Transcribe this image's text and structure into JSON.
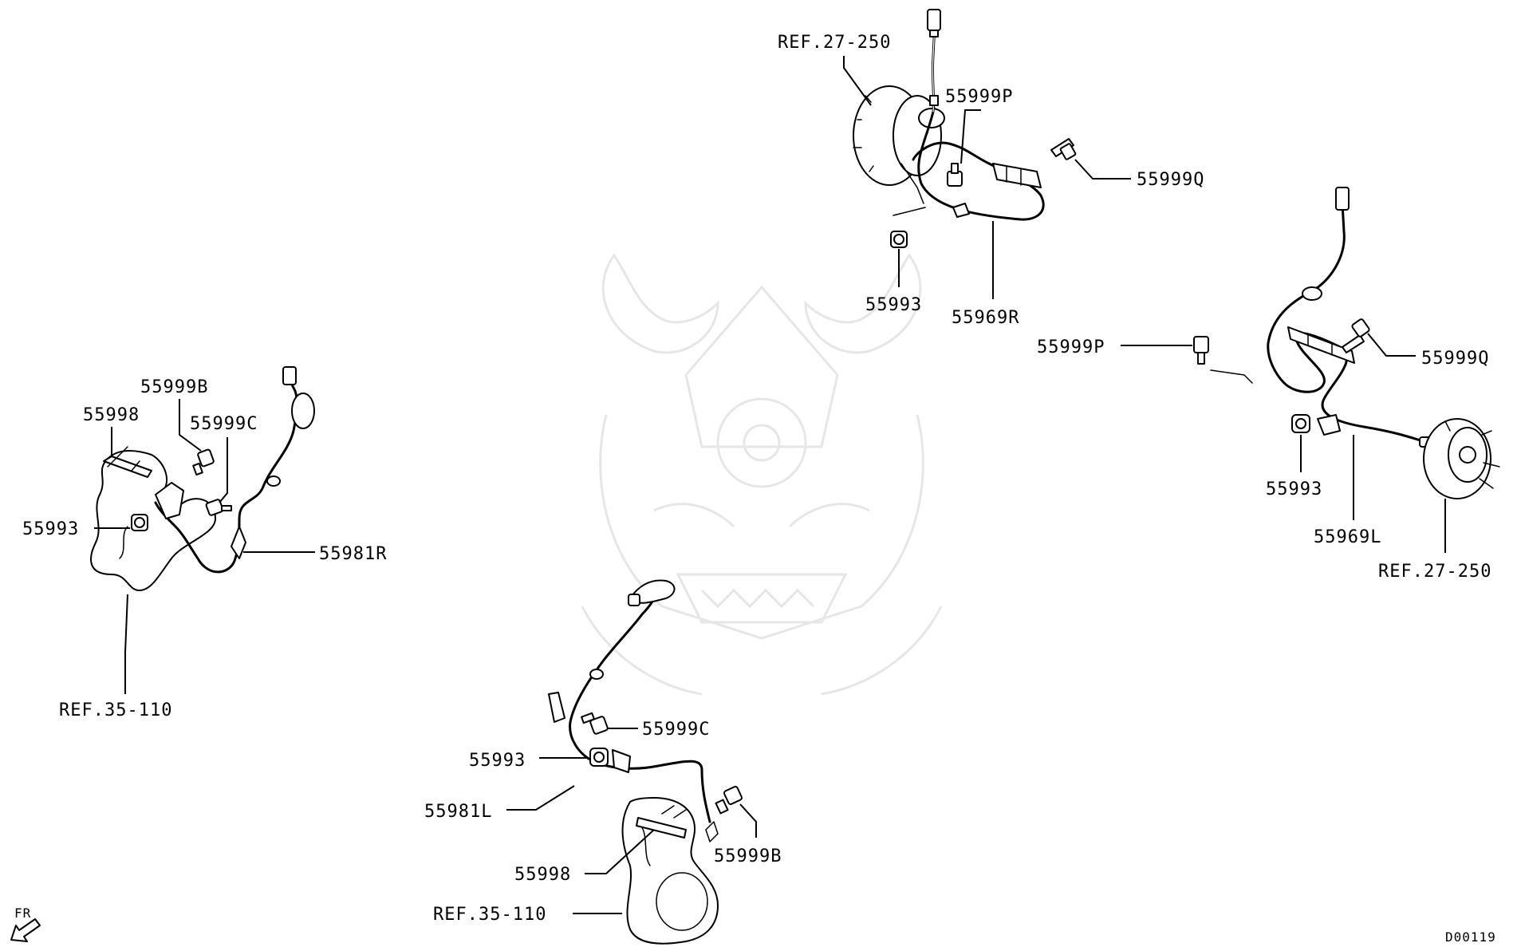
{
  "labels": {
    "ref_27_250_top": "REF.27-250",
    "p55999p_top": "55999P",
    "p55999q_top": "55999Q",
    "p55993_top": "55993",
    "p55969r": "55969R",
    "p55999p_right": "55999P",
    "p55999q_right": "55999Q",
    "p55993_right": "55993",
    "p55969l": "55969L",
    "ref_27_250_right": "REF.27-250",
    "p55999b_left": "55999B",
    "p55998_left": "55998",
    "p55999c_left": "55999C",
    "p55993_left": "55993",
    "p55981r": "55981R",
    "ref_35_110_left": "REF.35-110",
    "p55999c_bottom": "55999C",
    "p55993_bottom": "55993",
    "p55981l": "55981L",
    "p55998_bottom": "55998",
    "p55999b_bottom": "55999B",
    "ref_35_110_bottom": "REF.35-110",
    "fr_marker": "FR",
    "diagram_code": "D00119"
  },
  "colors": {
    "line": "#000000",
    "background": "#ffffff",
    "watermark": "#e6e6e6"
  },
  "icons": {
    "front_direction": "arrow-down-left-icon"
  }
}
